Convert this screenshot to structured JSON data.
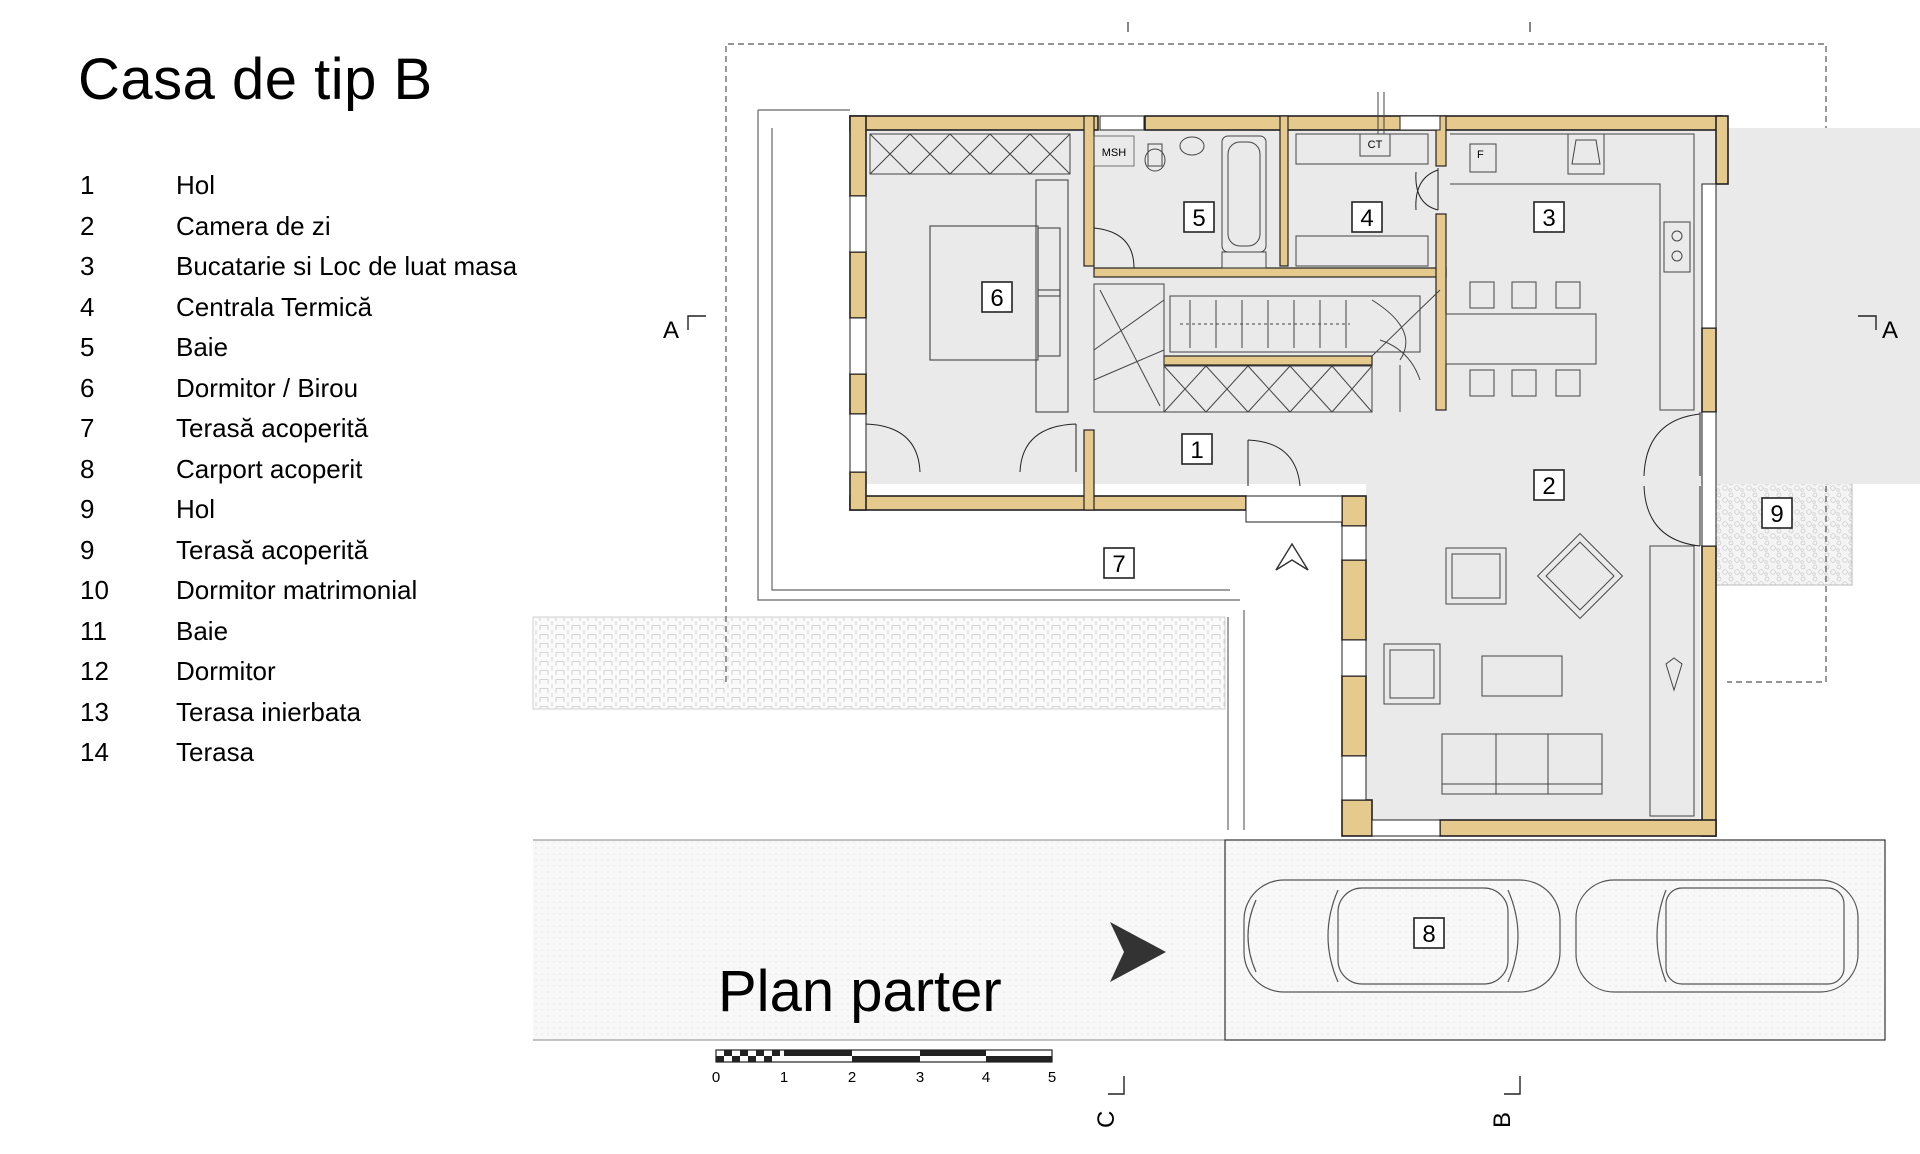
{
  "title": "Casa de tip B",
  "legend": [
    {
      "num": "1",
      "name": "Hol"
    },
    {
      "num": "2",
      "name": "Camera de zi"
    },
    {
      "num": "3",
      "name": "Bucatarie si Loc de luat masa"
    },
    {
      "num": "4",
      "name": "Centrala Termică"
    },
    {
      "num": "5",
      "name": "Baie"
    },
    {
      "num": "6",
      "name": "Dormitor / Birou"
    },
    {
      "num": "7",
      "name": "Terasă acoperită"
    },
    {
      "num": "8",
      "name": "Carport acoperit"
    },
    {
      "num": "9",
      "name": "Hol"
    },
    {
      "num": "9",
      "name": "Terasă acoperită"
    },
    {
      "num": "10",
      "name": "Dormitor matrimonial"
    },
    {
      "num": "11",
      "name": "Baie"
    },
    {
      "num": "12",
      "name": "Dormitor"
    },
    {
      "num": "13",
      "name": "Terasa inierbata"
    },
    {
      "num": "14",
      "name": "Terasa"
    }
  ],
  "plan_title": "Plan parter",
  "rooms": {
    "r1": "1",
    "r2": "2",
    "r3": "3",
    "r4": "4",
    "r5": "5",
    "r6": "6",
    "r7": "7",
    "r8": "8",
    "r9": "9"
  },
  "fixtures": {
    "msh": "MSH",
    "ct": "CT",
    "fridge": "F"
  },
  "sections": {
    "a": "A",
    "b": "B",
    "c": "C"
  },
  "scale_ticks": [
    "0",
    "1",
    "2",
    "3",
    "4",
    "5"
  ],
  "colors": {
    "wall": "#e6c98d",
    "wall_stroke": "#222222",
    "floor": "#eaeaea",
    "line": "#333333"
  }
}
